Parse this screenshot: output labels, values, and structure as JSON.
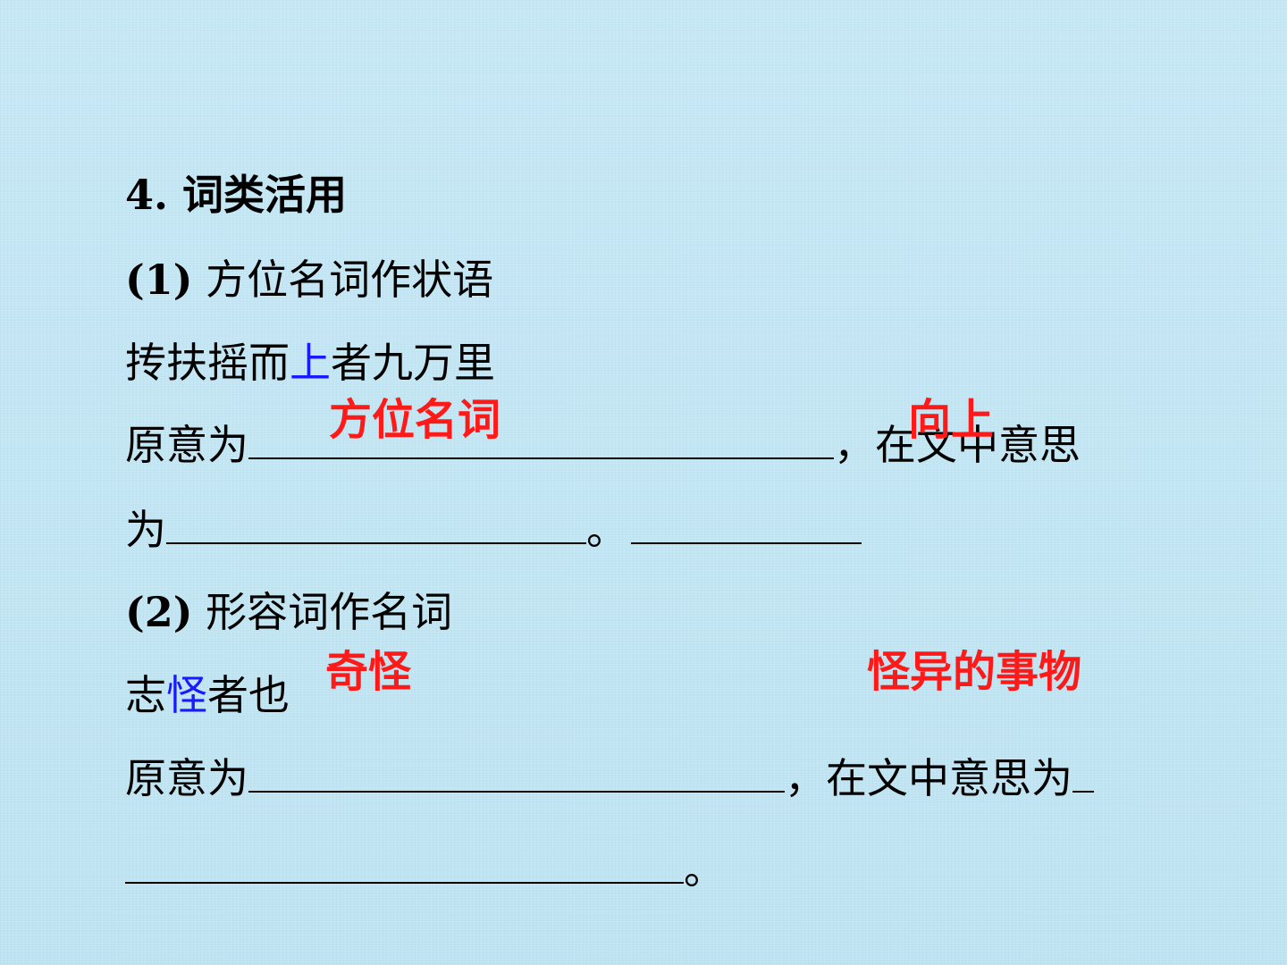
{
  "section": {
    "heading_num": "4.",
    "heading_text": "词类活用"
  },
  "item1": {
    "label": "(1)",
    "title": "方位名词作状语",
    "example_pre": "抟扶摇而",
    "example_word": "上",
    "example_post": "者九万里",
    "orig_prefix": "原意为",
    "mid_text": "，在文中意思",
    "wei": "为",
    "period": "。",
    "answer_original": "方位名词",
    "answer_context": "向上"
  },
  "item2": {
    "label": "(2)",
    "title": "形容词作名词",
    "example_pre": "志",
    "example_word": "怪",
    "example_post": "者也",
    "orig_prefix": "原意为",
    "mid_text": "，在文中意思为",
    "period": "。",
    "answer_original": "奇怪",
    "answer_context": "怪异的事物"
  },
  "colors": {
    "background": "#c3e6f3",
    "highlight_word": "#1a1aff",
    "answer_text": "#ff1a1a"
  }
}
